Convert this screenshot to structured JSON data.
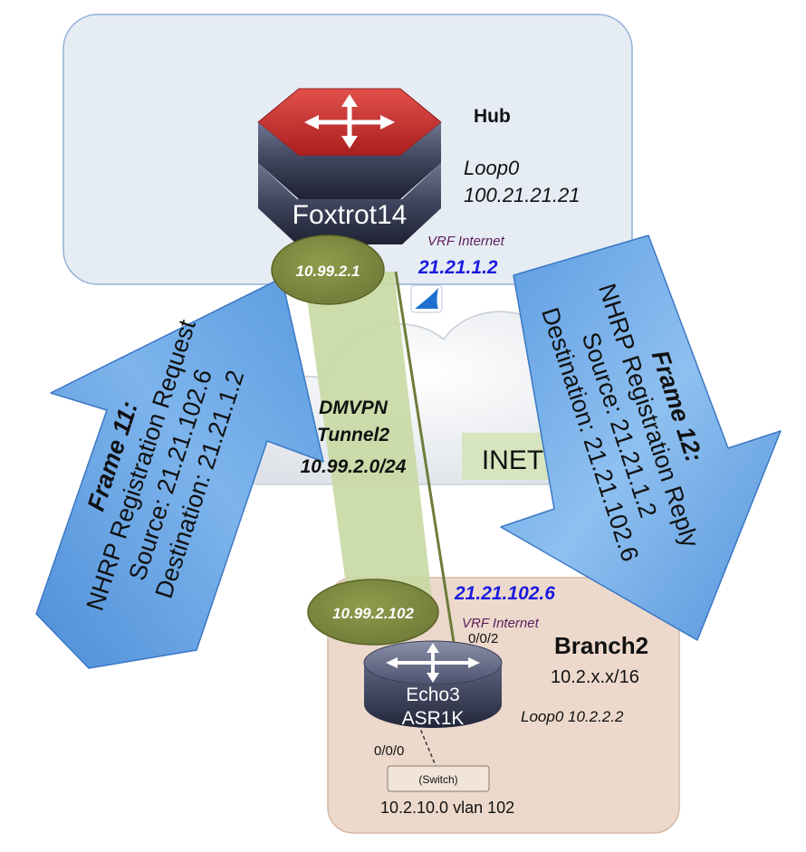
{
  "hub": {
    "title": "Hub",
    "router_name": "Foxtrot14",
    "loop_label": "Loop0",
    "loop_ip": "100.21.21.21",
    "tunnel_ip": "10.99.2.1",
    "vrf_label": "VRF Internet",
    "wan_ip": "21.21.1.2"
  },
  "tunnel": {
    "line1": "DMVPN",
    "line2": "Tunnel2",
    "line3": "10.99.2.0/24"
  },
  "cloud": {
    "label": "INET"
  },
  "branch": {
    "title": "Branch2",
    "subnet": "10.2.x.x/16",
    "router_line1": "Echo3",
    "router_line2": "ASR1K",
    "loop_label": "Loop0 10.2.2.2",
    "tunnel_ip": "10.99.2.102",
    "wan_ip": "21.21.102.6",
    "vrf_label": "VRF Internet",
    "wan_intf": "0/0/2",
    "lan_intf": "0/0/0",
    "switch_label": "(Switch)",
    "lan_label": "10.2.10.0  vlan 102"
  },
  "frame11": {
    "title": "Frame 11:",
    "line1": "NHRP Registration Request",
    "line2": "Source: 21.21.102.6",
    "line3": "Destination: 21.21.1.2"
  },
  "frame12": {
    "title": "Frame 12:",
    "line1": "NHRP Registration Reply",
    "line2": "Source: 21.21.1.2",
    "line3": "Destination: 21.21.102.6"
  },
  "colors": {
    "hub_box": "#e6ecf3",
    "branch_box": "#ecd9cc",
    "arrow_blue": "#6aa6e4",
    "ellipse_green": "#7f8b41",
    "tunnel_green": "#c9d9a4",
    "ip_blue": "#1a1adf",
    "vrf_purple": "#5a1e5a",
    "router_red": "#c2312f"
  }
}
